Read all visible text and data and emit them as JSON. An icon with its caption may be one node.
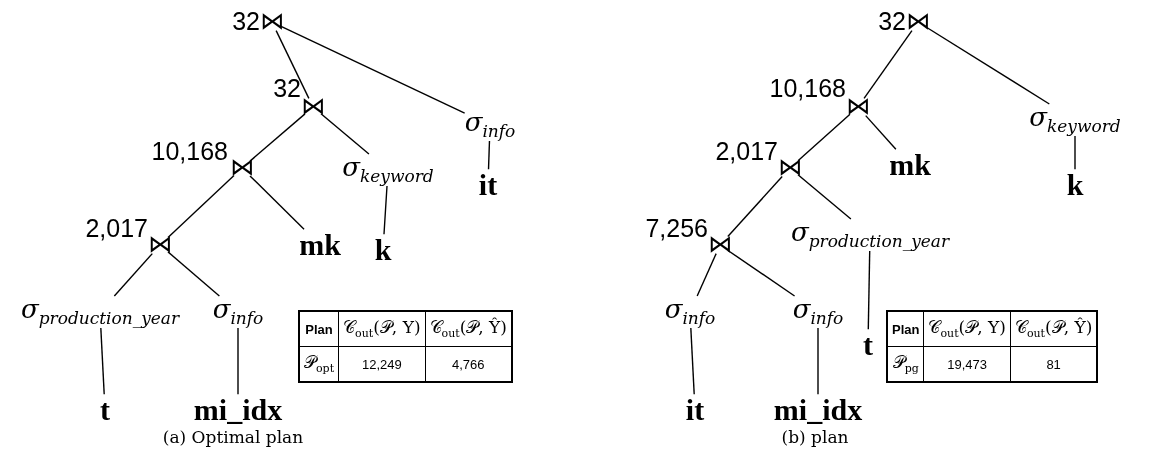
{
  "diagram": {
    "nodes": [
      {
        "text": [
          "⋈"
        ],
        "beside": [
          "32"
        ]
      },
      {
        "text": [
          "⋈"
        ],
        "beside": [
          "32"
        ]
      },
      {
        "text": [
          "σ$_{info}$"
        ]
      },
      {
        "text": [
          "it"
        ]
      },
      {
        "text": [
          "⋈"
        ],
        "beside": [
          "10,168"
        ]
      },
      {
        "text": [
          "σ$_{keyword}$"
        ]
      },
      {
        "text": [
          "k"
        ]
      },
      {
        "text": [
          "⋈"
        ],
        "beside": [
          "2,017"
        ]
      },
      {
        "text": [
          "mk"
        ]
      },
      {
        "text": [
          "σ$_{production_year}$"
        ]
      },
      {
        "text": [
          "t"
        ]
      },
      {
        "text": [
          "σ$_{info}$"
        ]
      },
      {
        "text": [
          "mi_idx"
        ]
      },
      {
        "text": [
          "⋈"
        ],
        "beside": [
          "32"
        ]
      },
      {
        "text": [
          "⋈"
        ],
        "beside": [
          "10,168"
        ]
      },
      {
        "text": [
          "σ$_{keyword}$"
        ]
      },
      {
        "text": [
          "k"
        ]
      },
      {
        "text": [
          "⋈"
        ],
        "beside": [
          "2,017"
        ]
      },
      {
        "text": [
          "mk"
        ]
      },
      {
        "text": [
          "⋈"
        ],
        "beside": [
          "7,256"
        ]
      },
      {
        "text": [
          "σ$_{production_year}$"
        ]
      },
      {
        "text": [
          "t"
        ]
      },
      {
        "text": [
          "σ$_{info}$"
        ]
      },
      {
        "text": [
          "it"
        ]
      },
      {
        "text": [
          "σ$_{info}$"
        ]
      },
      {
        "text": [
          "mi_idx"
        ]
      }
    ],
    "edges": [
      {
        "from": 0,
        "to": 1,
        "arrow": "none"
      },
      {
        "from": 0,
        "to": 2,
        "arrow": "none"
      },
      {
        "from": 2,
        "to": 3,
        "arrow": "none"
      },
      {
        "from": 1,
        "to": 4,
        "arrow": "none"
      },
      {
        "from": 1,
        "to": 5,
        "arrow": "none"
      },
      {
        "from": 5,
        "to": 6,
        "arrow": "none"
      },
      {
        "from": 4,
        "to": 7,
        "arrow": "none"
      },
      {
        "from": 4,
        "to": 8,
        "arrow": "none"
      },
      {
        "from": 7,
        "to": 9,
        "arrow": "none"
      },
      {
        "from": 7,
        "to": 11,
        "arrow": "none"
      },
      {
        "from": 9,
        "to": 10,
        "arrow": "none"
      },
      {
        "from": 11,
        "to": 12,
        "arrow": "none"
      },
      {
        "from": 13,
        "to": 14,
        "arrow": "none"
      },
      {
        "from": 13,
        "to": 15,
        "arrow": "none"
      },
      {
        "from": 15,
        "to": 16,
        "arrow": "none"
      },
      {
        "from": 14,
        "to": 17,
        "arrow": "none"
      },
      {
        "from": 14,
        "to": 18,
        "arrow": "none"
      },
      {
        "from": 17,
        "to": 19,
        "arrow": "none"
      },
      {
        "from": 17,
        "to": 20,
        "arrow": "none"
      },
      {
        "from": 20,
        "to": 21,
        "arrow": "none"
      },
      {
        "from": 19,
        "to": 22,
        "arrow": "none"
      },
      {
        "from": 19,
        "to": 24,
        "arrow": "none"
      },
      {
        "from": 22,
        "to": 23,
        "arrow": "none"
      },
      {
        "from": 24,
        "to": 25,
        "arrow": "none"
      }
    ],
    "labels": [
      "Plan",
      "𝒞$_{out}$(𝒫, Y)",
      "𝒞$_{out}$(𝒫, Ŷ)",
      "𝒫$_{opt}$",
      "12,249",
      "4,766",
      "(a) Optimal plan",
      "Plan",
      "𝒞$_{out}$(𝒫, Y)",
      "𝒞$_{out}$(𝒫, Ŷ)",
      "𝒫$_{pg}$",
      "19,473",
      "81",
      "(b) plan"
    ]
  }
}
